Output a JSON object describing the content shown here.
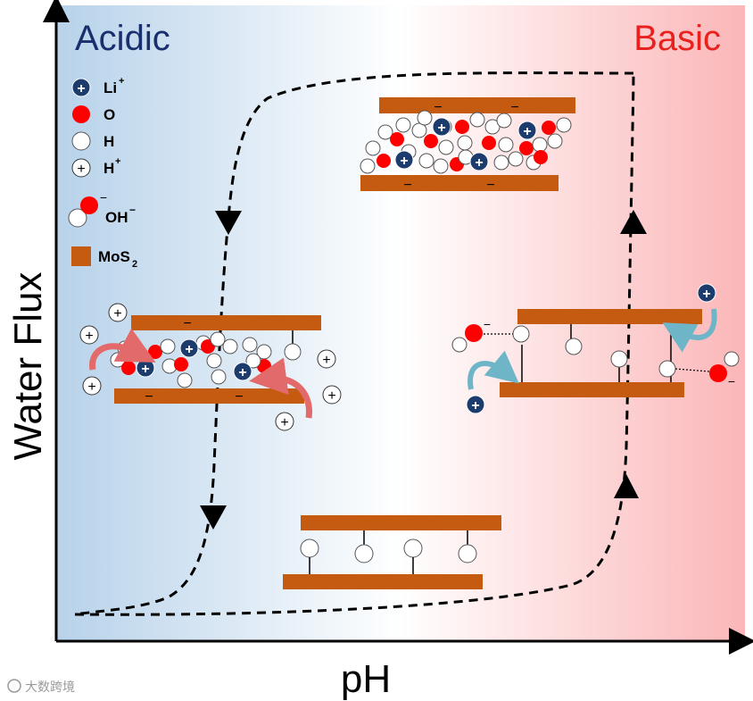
{
  "regions": {
    "acidic_label": "Acidic",
    "basic_label": "Basic"
  },
  "axes": {
    "y_label": "Water Flux",
    "x_label": "pH"
  },
  "legend": {
    "li_plus": "Li",
    "li_plus_sup": "+",
    "oxygen": "O",
    "hydrogen": "H",
    "proton": "H",
    "proton_sup": "+",
    "hydroxide": "OH",
    "hydroxide_sup": "−",
    "mos2_base": "MoS",
    "mos2_sub": "2"
  },
  "symbols": {
    "plus": "+",
    "minus": "−"
  },
  "watermark": "大数跨境",
  "colors": {
    "acidic_blue": "#b9d3ea",
    "basic_red": "#fbb8ba",
    "acidic_text": "#1a2f6e",
    "basic_text": "#e8211f",
    "mos2": "#c55a11",
    "li_ion": "#1c3c6e",
    "oxygen": "#ff0000",
    "arrow_red": "#e26a6a",
    "arrow_cyan": "#6fb5c8"
  }
}
